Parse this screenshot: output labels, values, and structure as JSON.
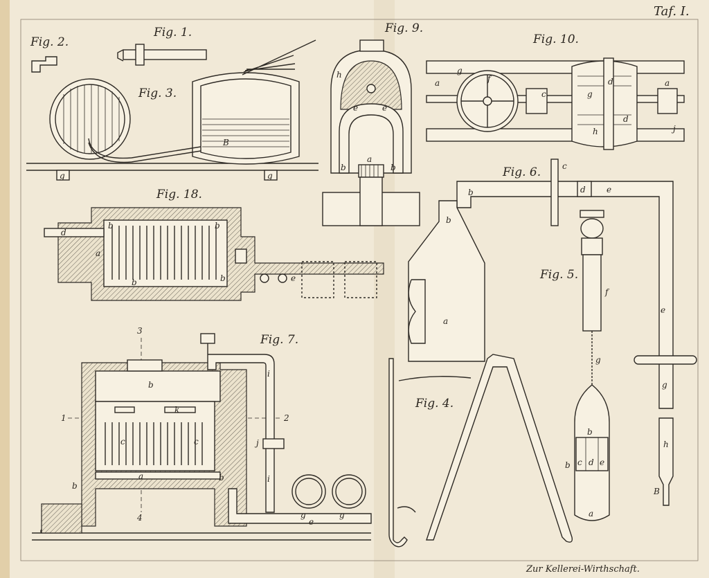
{
  "plate": {
    "title": "Taf. I.",
    "footer": "Zur Kellerei-Wirthschaft."
  },
  "figures": {
    "fig1": "Fig. 1.",
    "fig2": "Fig. 2.",
    "fig3": "Fig. 3.",
    "fig4": "Fig. 4.",
    "fig5": "Fig. 5.",
    "fig6": "Fig. 6.",
    "fig7": "Fig. 7.",
    "fig9": "Fig. 9.",
    "fig10": "Fig. 10.",
    "fig18": "Fig. 18."
  },
  "letters": {
    "a": "a",
    "b": "b",
    "c": "c",
    "d": "d",
    "e": "e",
    "f": "f",
    "g": "g",
    "h": "h",
    "i": "i",
    "j": "j",
    "k": "k",
    "B": "B",
    "n1": "1",
    "n2": "2",
    "n3": "3",
    "n4": "4"
  },
  "colors": {
    "paper": "#f1e9d7",
    "ink": "#2e2a25",
    "spine": "#e7dcc5"
  }
}
